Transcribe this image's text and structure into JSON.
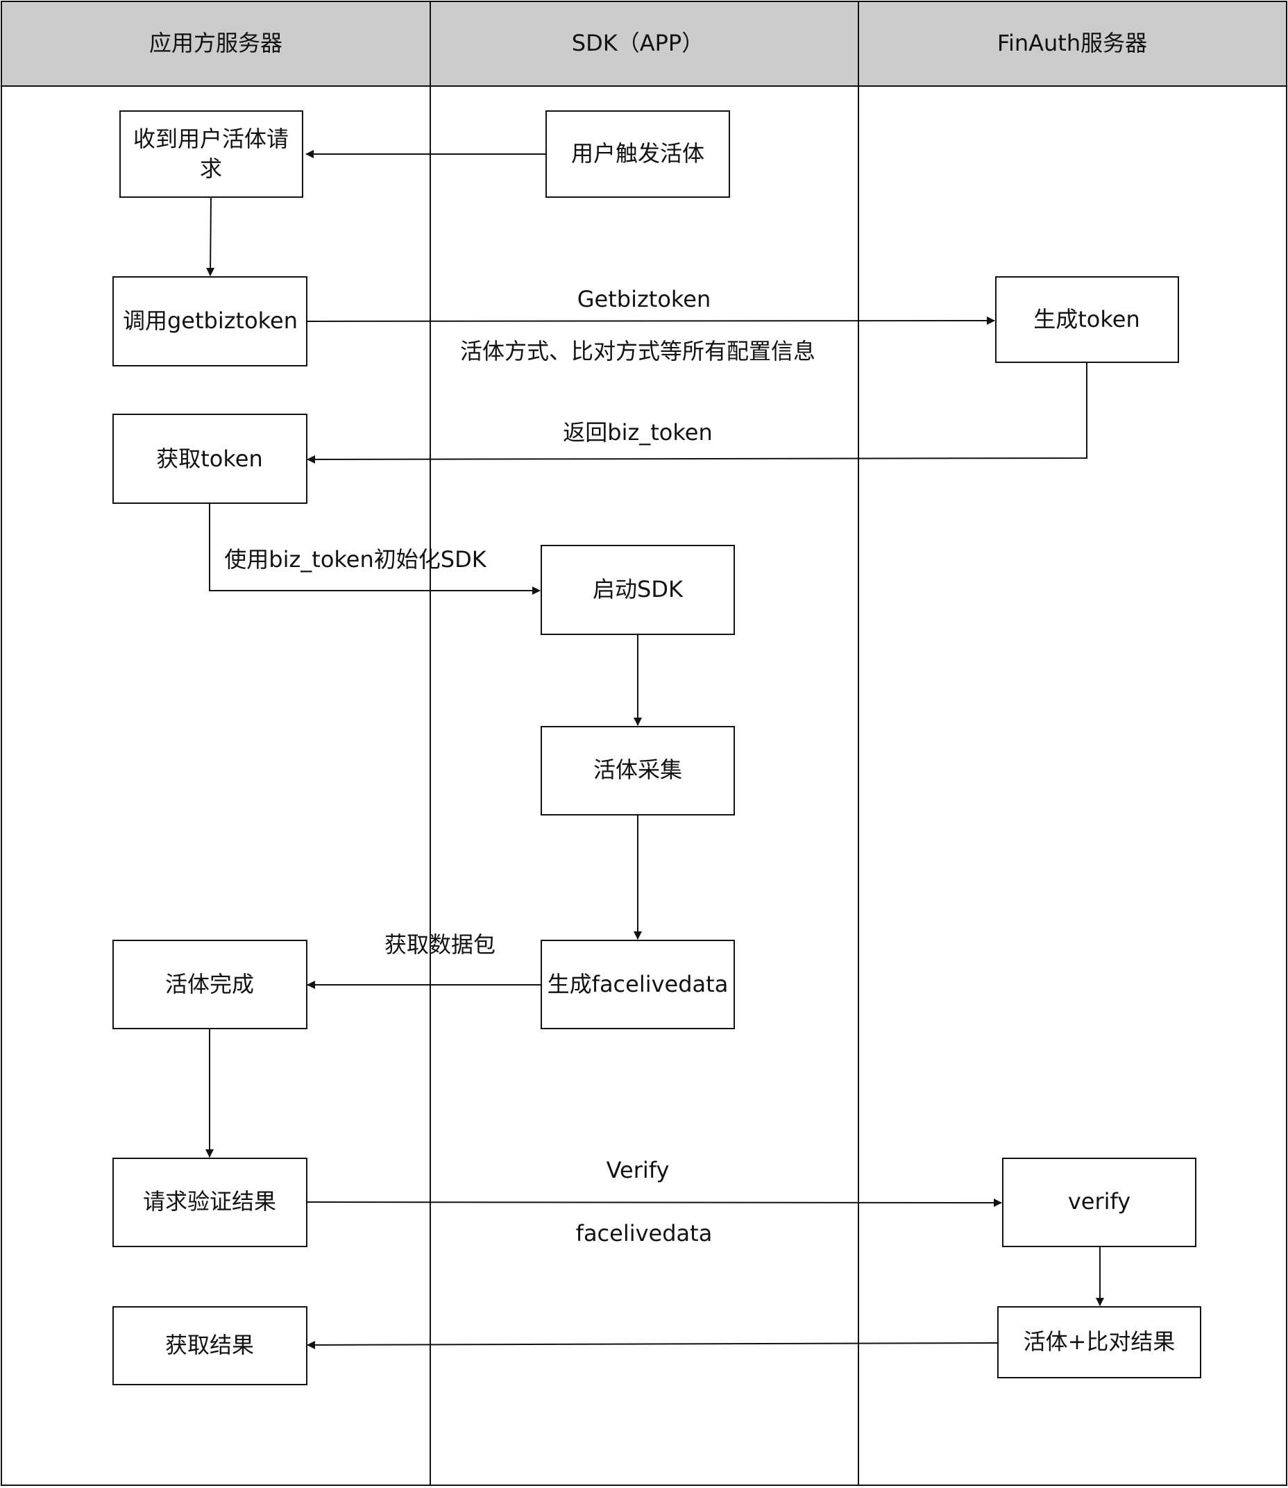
{
  "lanes": [
    {
      "id": "app-server",
      "label": "应用方服务器"
    },
    {
      "id": "sdk",
      "label": "SDK（APP）"
    },
    {
      "id": "finauth",
      "label": "FinAuth服务器"
    }
  ],
  "nodes": [
    {
      "id": "receive-request",
      "lane": "app-server",
      "lines": [
        "收到用户活体请",
        "求"
      ]
    },
    {
      "id": "user-trigger",
      "lane": "sdk",
      "lines": [
        "用户触发活体"
      ]
    },
    {
      "id": "call-getbiztoken",
      "lane": "app-server",
      "lines": [
        "调用getbiztoken"
      ]
    },
    {
      "id": "generate-token",
      "lane": "finauth",
      "lines": [
        "生成token"
      ]
    },
    {
      "id": "get-token",
      "lane": "app-server",
      "lines": [
        "获取token"
      ]
    },
    {
      "id": "start-sdk",
      "lane": "sdk",
      "lines": [
        "启动SDK"
      ]
    },
    {
      "id": "liveness-capture",
      "lane": "sdk",
      "lines": [
        "活体采集"
      ]
    },
    {
      "id": "generate-facelivedata",
      "lane": "sdk",
      "lines": [
        "生成facelivedata"
      ]
    },
    {
      "id": "liveness-done",
      "lane": "app-server",
      "lines": [
        "活体完成"
      ]
    },
    {
      "id": "request-verify",
      "lane": "app-server",
      "lines": [
        "请求验证结果"
      ]
    },
    {
      "id": "verify",
      "lane": "finauth",
      "lines": [
        "verify"
      ]
    },
    {
      "id": "get-result",
      "lane": "app-server",
      "lines": [
        "获取结果"
      ]
    },
    {
      "id": "compare-result",
      "lane": "finauth",
      "lines": [
        "活体+比对结果"
      ]
    }
  ],
  "edges": [
    {
      "from": "user-trigger",
      "to": "receive-request",
      "labels": []
    },
    {
      "from": "receive-request",
      "to": "call-getbiztoken",
      "labels": []
    },
    {
      "from": "call-getbiztoken",
      "to": "generate-token",
      "labels": [
        "Getbiztoken",
        "活体方式、比对方式等所有配置信息"
      ]
    },
    {
      "from": "generate-token",
      "to": "get-token",
      "labels": [
        "返回biz_token"
      ]
    },
    {
      "from": "get-token",
      "to": "start-sdk",
      "labels": [
        "使用biz_token初始化SDK"
      ]
    },
    {
      "from": "start-sdk",
      "to": "liveness-capture",
      "labels": []
    },
    {
      "from": "liveness-capture",
      "to": "generate-facelivedata",
      "labels": []
    },
    {
      "from": "generate-facelivedata",
      "to": "liveness-done",
      "labels": [
        "获取数据包"
      ]
    },
    {
      "from": "liveness-done",
      "to": "request-verify",
      "labels": []
    },
    {
      "from": "request-verify",
      "to": "verify",
      "labels": [
        "Verify",
        "facelivedata"
      ]
    },
    {
      "from": "verify",
      "to": "compare-result",
      "labels": []
    },
    {
      "from": "compare-result",
      "to": "get-result",
      "labels": []
    }
  ]
}
